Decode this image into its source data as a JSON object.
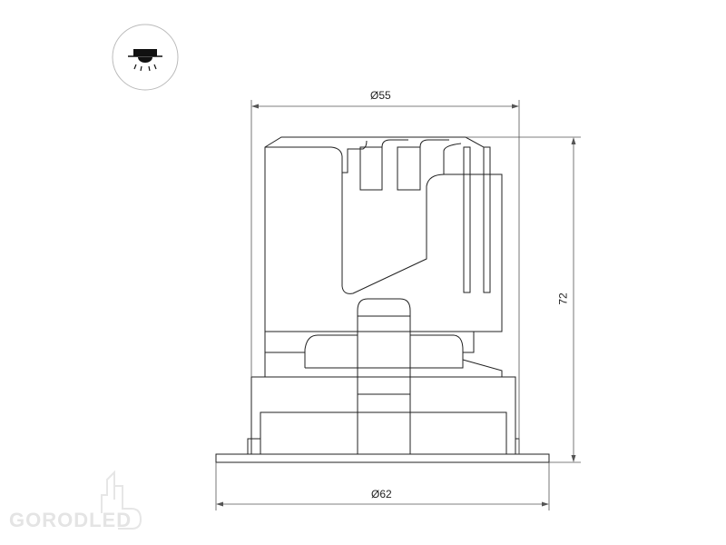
{
  "icon": {
    "name": "recessed-downlight-icon"
  },
  "dimensions": {
    "top_diameter": "Ø55",
    "height": "72",
    "bottom_diameter": "Ø62"
  },
  "logo": {
    "text": "GORODLED"
  },
  "colors": {
    "line": "#222222",
    "dim": "#555555",
    "logo": "#e4e4e4"
  }
}
